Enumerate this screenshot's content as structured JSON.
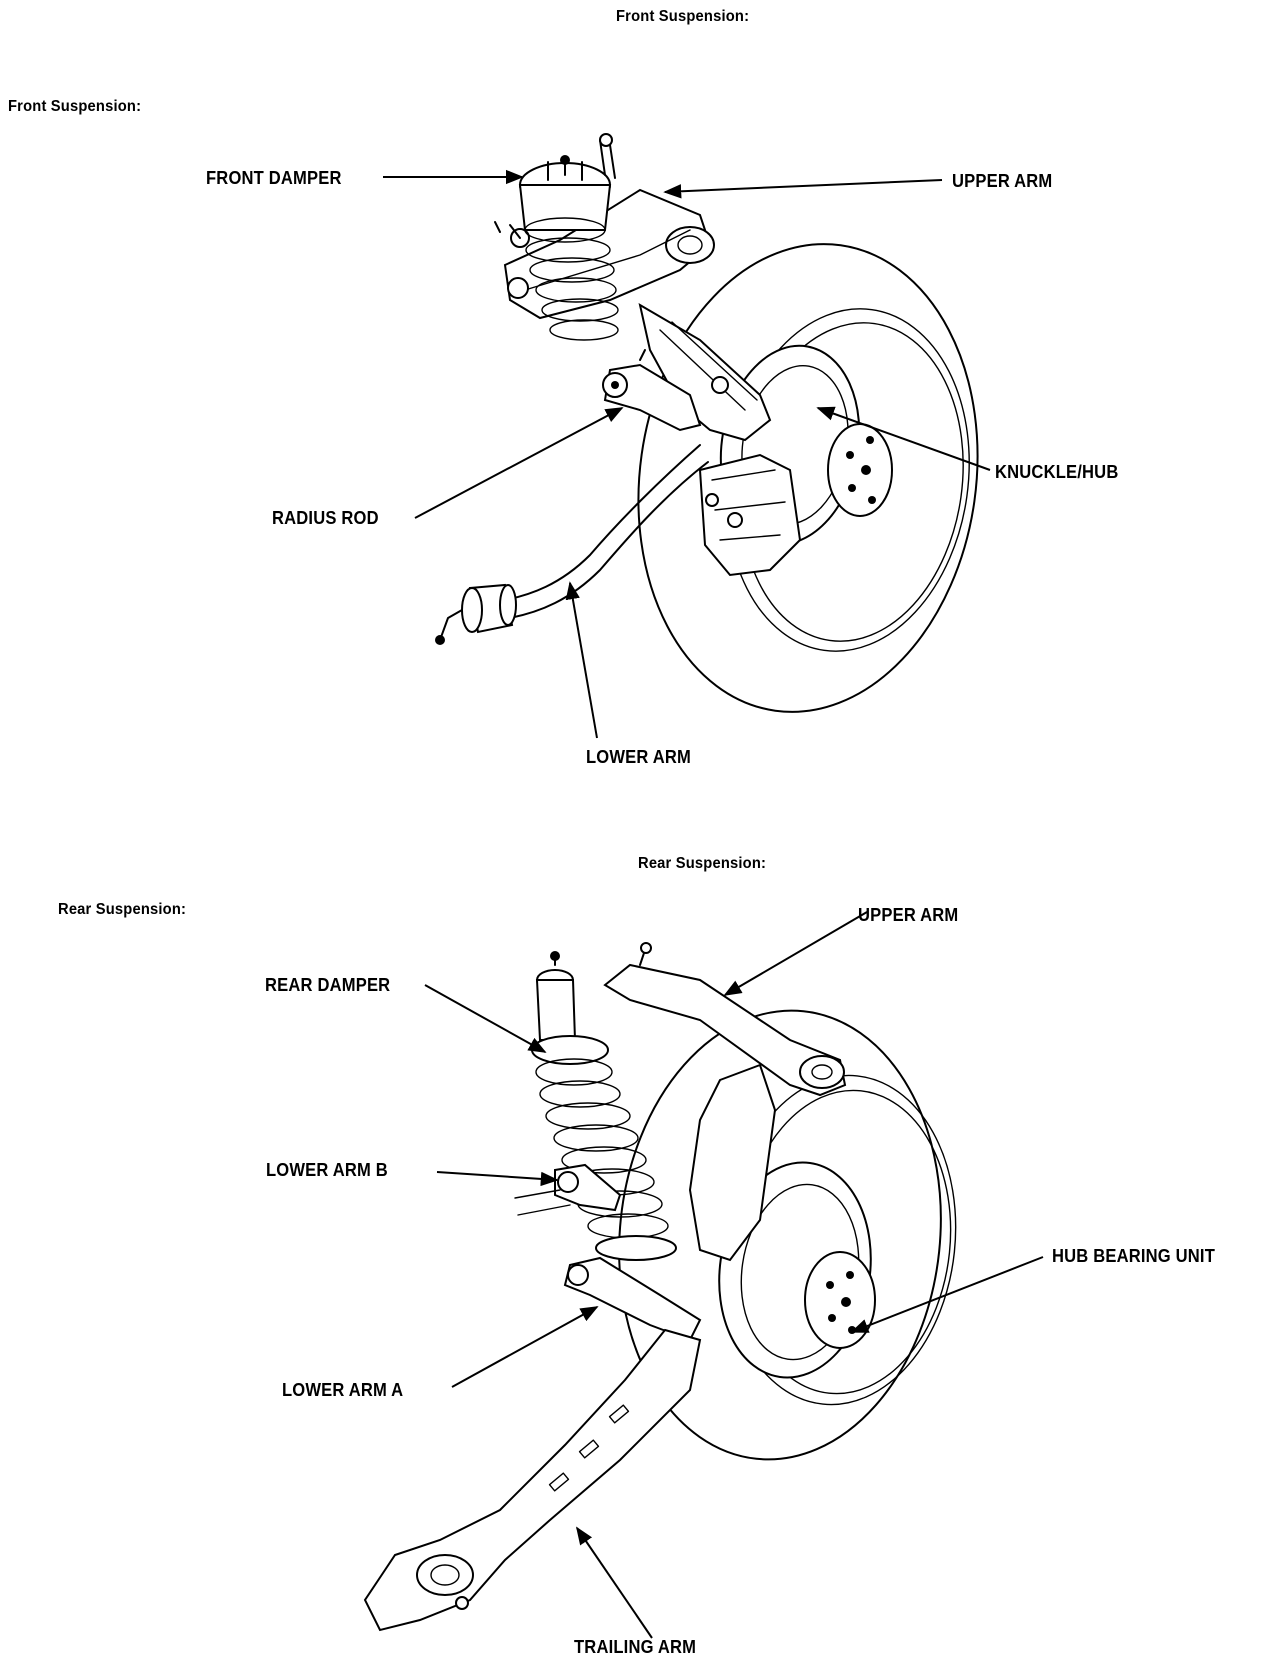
{
  "front": {
    "page_header": "Front Suspension:",
    "section_title": "Front Suspension:",
    "labels": {
      "front_damper": "FRONT DAMPER",
      "upper_arm": "UPPER ARM",
      "knuckle_hub": "KNUCKLE/HUB",
      "radius_rod": "RADIUS ROD",
      "lower_arm": "LOWER ARM"
    }
  },
  "rear": {
    "page_header": "Rear Suspension:",
    "section_title": "Rear Suspension:",
    "labels": {
      "upper_arm": "UPPER ARM",
      "rear_damper": "REAR DAMPER",
      "lower_arm_b": "LOWER ARM B",
      "hub_bearing_unit": "HUB BEARING UNIT",
      "lower_arm_a": "LOWER ARM A",
      "trailing_arm": "TRAILING ARM"
    }
  }
}
